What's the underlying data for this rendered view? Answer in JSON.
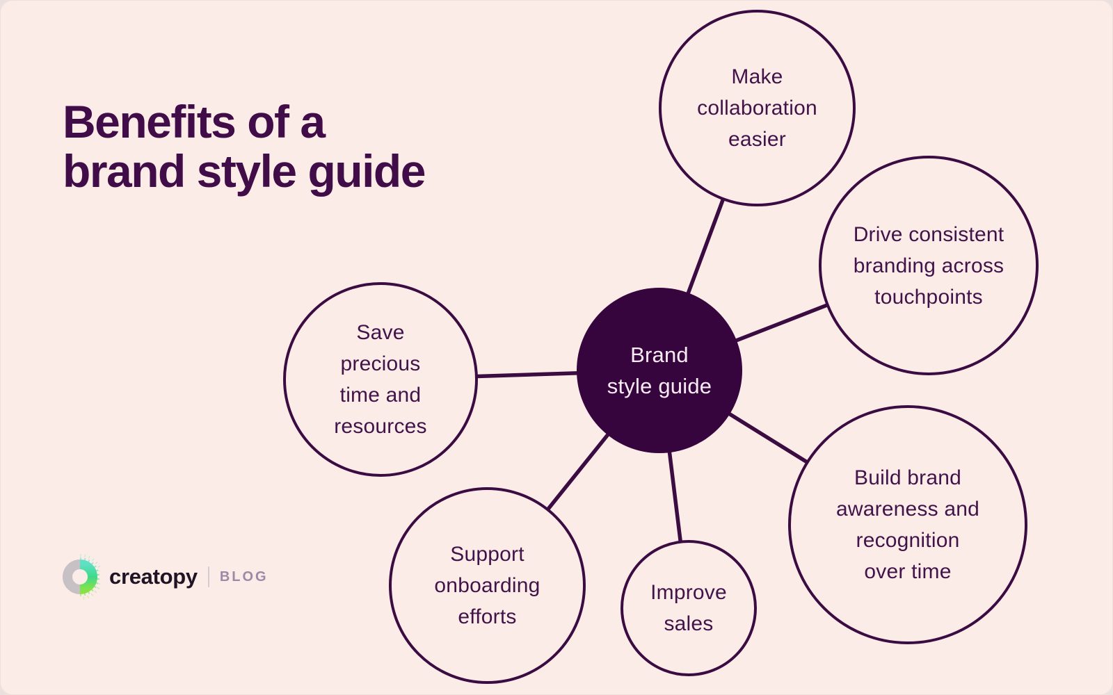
{
  "title": {
    "lines": [
      "Benefits of a",
      "brand style guide"
    ]
  },
  "diagram": {
    "center": {
      "lines": [
        "Brand",
        "style guide"
      ]
    },
    "nodes": [
      {
        "id": "make-collaboration-easier",
        "lines": [
          "Make",
          "collaboration",
          "easier"
        ]
      },
      {
        "id": "drive-consistent-branding",
        "lines": [
          "Drive consistent",
          "branding across",
          "touchpoints"
        ]
      },
      {
        "id": "build-brand-awareness",
        "lines": [
          "Build brand",
          "awareness and",
          "recognition",
          "over time"
        ]
      },
      {
        "id": "improve-sales",
        "lines": [
          "Improve",
          "sales"
        ]
      },
      {
        "id": "support-onboarding-efforts",
        "lines": [
          "Support",
          "onboarding",
          "efforts"
        ]
      },
      {
        "id": "save-time-and-resources",
        "lines": [
          "Save",
          "precious",
          "time and",
          "resources"
        ]
      }
    ]
  },
  "footer": {
    "brand": "creatopy",
    "blog": "BLOG"
  },
  "colors": {
    "outer": "#eae0dd",
    "bg": "#fcece8",
    "purple": "#3b0c42",
    "purple_text": "#411349",
    "title": "#400d48",
    "center_fill": "#37053e",
    "center_text": "#f9ecf4",
    "blog": "#9d89a6",
    "sep": "#d5cad3",
    "wordmark": "#201424",
    "logo_gray": "#c7c1c5",
    "logo_green_top": "#5fe0c4",
    "logo_green_mid": "#3fd98a",
    "logo_green_bottom": "#86e347"
  }
}
